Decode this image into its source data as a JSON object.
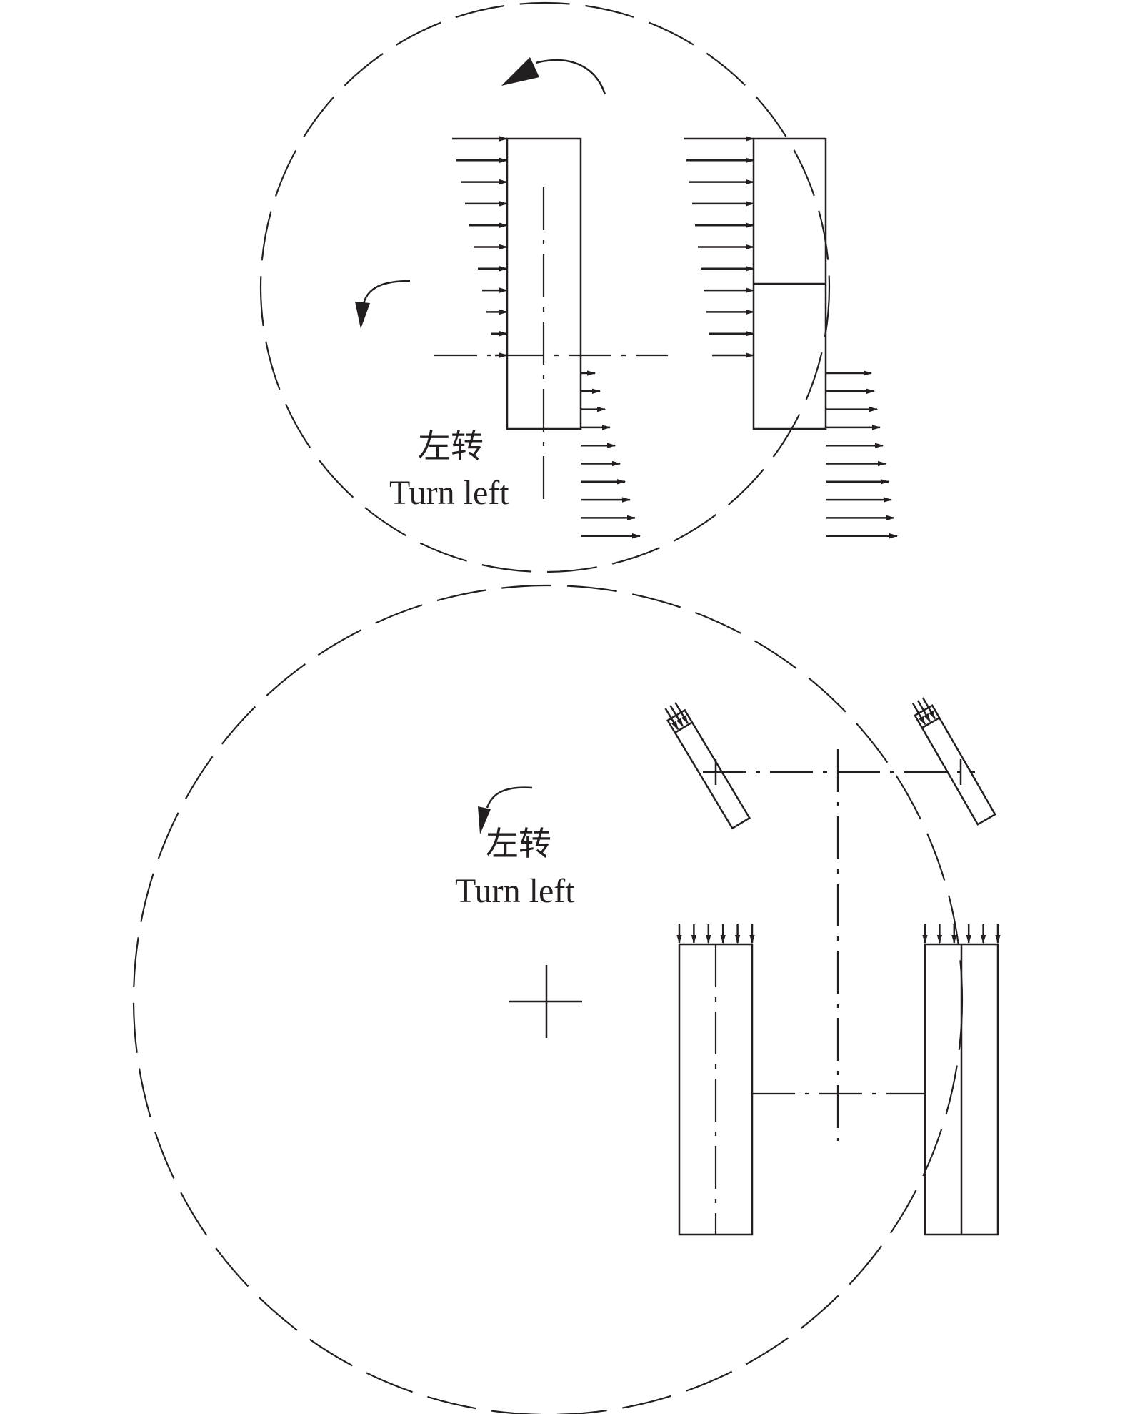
{
  "colors": {
    "ink": "#231f20",
    "background": "#ffffff"
  },
  "top_diagram": {
    "label_cn": "左转",
    "label_en": "Turn left"
  },
  "bottom_diagram": {
    "label_cn": "左转",
    "label_en": "Turn left"
  }
}
